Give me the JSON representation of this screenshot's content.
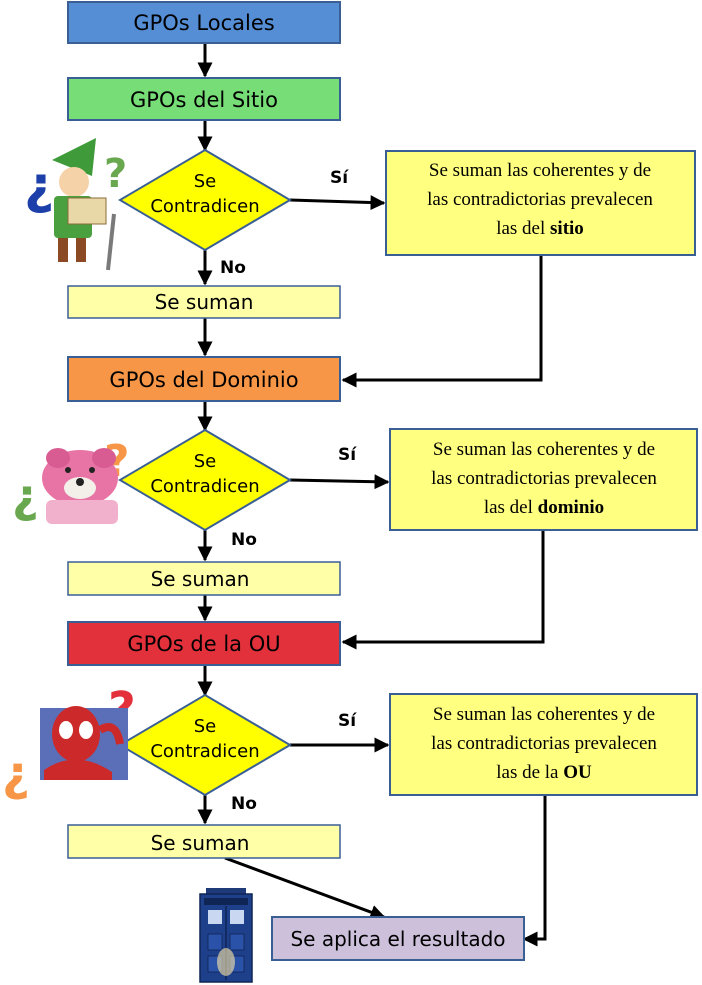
{
  "flow": {
    "local": "GPOs Locales",
    "site": "GPOs del Sitio",
    "domain": "GPOs del Dominio",
    "ou": "GPOs de la OU",
    "result": "Se aplica el resultado"
  },
  "decision": {
    "line1": "Se",
    "line2": "Contradicen",
    "yes": "Sí",
    "no": "No"
  },
  "sum_label": "Se suman",
  "notes": {
    "line1": "Se suman las coherentes y de",
    "line2": "las contradictorias prevalecen",
    "site_prefix": "las del ",
    "site_bold": "sitio",
    "domain_prefix": "las del ",
    "domain_bold": "dominio",
    "ou_prefix": "las de la ",
    "ou_bold": "OU"
  },
  "colors": {
    "local": "#558ed5",
    "site": "#77dd77",
    "domain": "#f79646",
    "ou": "#e3313c",
    "decision": "#ffff00",
    "sum": "#ffffa8",
    "note": "#ffff80",
    "result": "#ccc0da",
    "border": "#4f6fa8"
  },
  "icons": {
    "decision1": "link-character-icon",
    "decision2": "pink-bear-icon",
    "decision3": "spiderman-icon",
    "result": "tardis-icon"
  }
}
